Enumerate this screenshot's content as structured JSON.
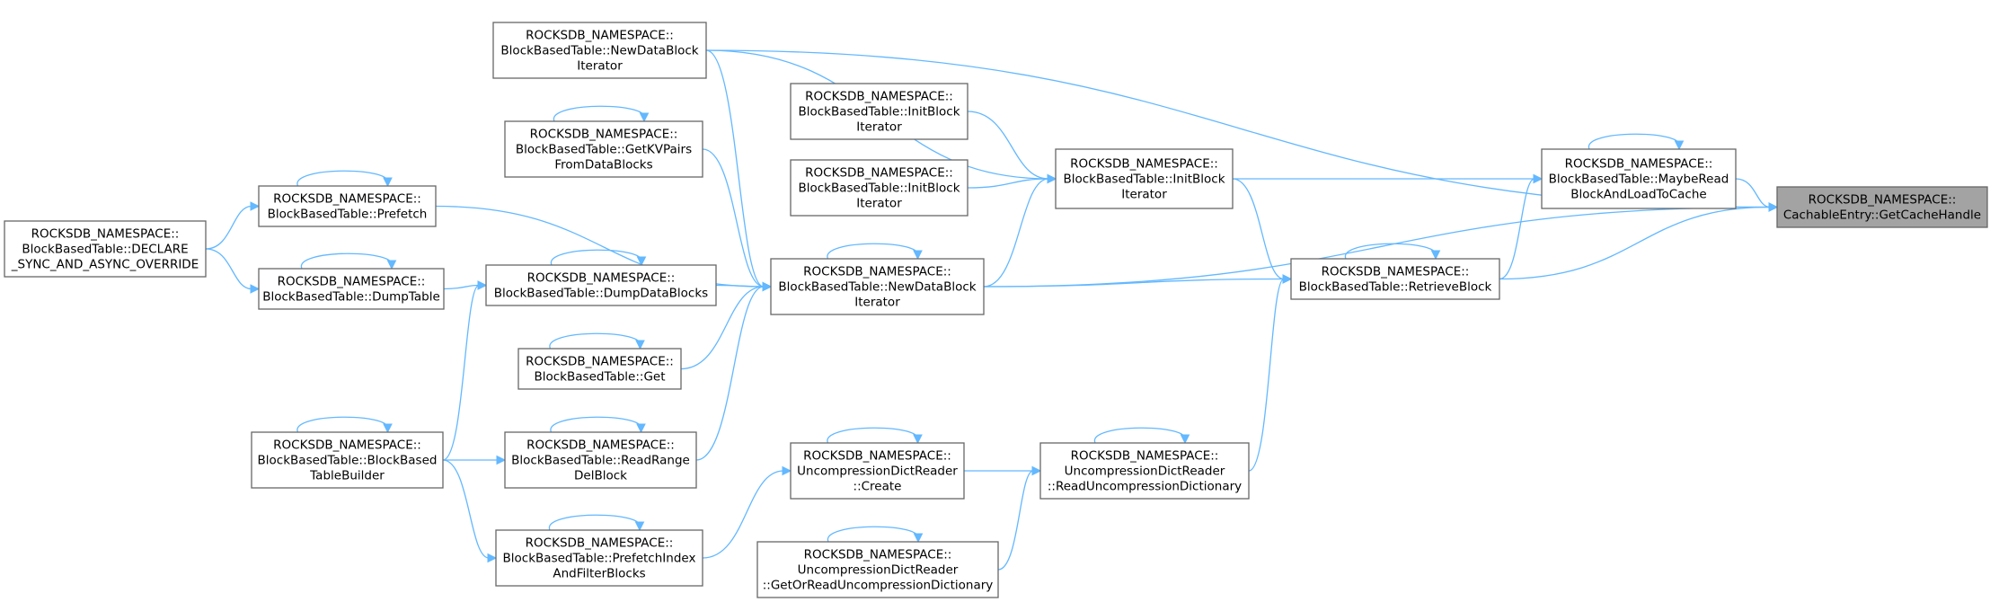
{
  "nodes": [
    {
      "id": "getcachehandle",
      "name": "node-cachable-entry-get-cache-handle",
      "root": true,
      "lines": [
        "ROCKSDB_NAMESPACE::",
        "CachableEntry::GetCacheHandle"
      ]
    },
    {
      "id": "maybeload",
      "name": "node-maybe-read-block-and-load-to-cache",
      "lines": [
        "ROCKSDB_NAMESPACE::",
        "BlockBasedTable::MaybeRead",
        "BlockAndLoadToCache"
      ]
    },
    {
      "id": "retrieve",
      "name": "node-retrieve-block",
      "lines": [
        "ROCKSDB_NAMESPACE::",
        "BlockBasedTable::RetrieveBlock"
      ]
    },
    {
      "id": "initblockit",
      "name": "node-init-block-iterator",
      "lines": [
        "ROCKSDB_NAMESPACE::",
        "BlockBasedTable::InitBlock",
        "Iterator"
      ]
    },
    {
      "id": "readuncomp",
      "name": "node-read-uncompression-dictionary",
      "lines": [
        "ROCKSDB_NAMESPACE::",
        "UncompressionDictReader",
        "::ReadUncompressionDictionary"
      ]
    },
    {
      "id": "newdata_top",
      "name": "node-new-data-block-iterator-top",
      "lines": [
        "ROCKSDB_NAMESPACE::",
        "BlockBasedTable::NewDataBlock",
        "Iterator"
      ]
    },
    {
      "id": "initblockit2",
      "name": "node-init-block-iterator-2",
      "lines": [
        "ROCKSDB_NAMESPACE::",
        "BlockBasedTable::InitBlock",
        "Iterator"
      ]
    },
    {
      "id": "initblockit3",
      "name": "node-init-block-iterator-3",
      "lines": [
        "ROCKSDB_NAMESPACE::",
        "BlockBasedTable::InitBlock",
        "Iterator"
      ]
    },
    {
      "id": "newdata_mid",
      "name": "node-new-data-block-iterator-mid",
      "lines": [
        "ROCKSDB_NAMESPACE::",
        "BlockBasedTable::NewDataBlock",
        "Iterator"
      ]
    },
    {
      "id": "create",
      "name": "node-uncompression-dict-reader-create",
      "lines": [
        "ROCKSDB_NAMESPACE::",
        "UncompressionDictReader",
        "::Create"
      ]
    },
    {
      "id": "getorread",
      "name": "node-get-or-read-uncompression-dictionary",
      "lines": [
        "ROCKSDB_NAMESPACE::",
        "UncompressionDictReader",
        "::GetOrReadUncompressionDictionary"
      ]
    },
    {
      "id": "getkv",
      "name": "node-get-kv-pairs-from-data-blocks",
      "lines": [
        "ROCKSDB_NAMESPACE::",
        "BlockBasedTable::GetKVPairs",
        "FromDataBlocks"
      ]
    },
    {
      "id": "dumpdata",
      "name": "node-dump-data-blocks",
      "lines": [
        "ROCKSDB_NAMESPACE::",
        "BlockBasedTable::DumpDataBlocks"
      ]
    },
    {
      "id": "get",
      "name": "node-get",
      "lines": [
        "ROCKSDB_NAMESPACE::",
        "BlockBasedTable::Get"
      ]
    },
    {
      "id": "readrange",
      "name": "node-read-range-del-block",
      "lines": [
        "ROCKSDB_NAMESPACE::",
        "BlockBasedTable::ReadRange",
        "DelBlock"
      ]
    },
    {
      "id": "prefetchidx",
      "name": "node-prefetch-index-and-filter-blocks",
      "lines": [
        "ROCKSDB_NAMESPACE::",
        "BlockBasedTable::PrefetchIndex",
        "AndFilterBlocks"
      ]
    },
    {
      "id": "prefetch",
      "name": "node-prefetch",
      "lines": [
        "ROCKSDB_NAMESPACE::",
        "BlockBasedTable::Prefetch"
      ]
    },
    {
      "id": "dumptable",
      "name": "node-dump-table",
      "lines": [
        "ROCKSDB_NAMESPACE::",
        "BlockBasedTable::DumpTable"
      ]
    },
    {
      "id": "builder",
      "name": "node-block-based-table-builder",
      "lines": [
        "ROCKSDB_NAMESPACE::",
        "BlockBasedTable::BlockBased",
        "TableBuilder"
      ]
    },
    {
      "id": "declare",
      "name": "node-declare-sync-and-async-override",
      "lines": [
        "ROCKSDB_NAMESPACE::",
        "BlockBasedTable::DECLARE",
        "_SYNC_AND_ASYNC_OVERRIDE"
      ]
    }
  ],
  "edges": [
    {
      "from": "maybeload",
      "to": "getcachehandle"
    },
    {
      "from": "retrieve",
      "to": "getcachehandle"
    },
    {
      "from": "newdata_mid",
      "to": "getcachehandle"
    },
    {
      "from": "newdata_top",
      "to": "getcachehandle"
    },
    {
      "from": "initblockit",
      "to": "maybeload"
    },
    {
      "from": "retrieve",
      "to": "maybeload"
    },
    {
      "from": "maybeload",
      "to": "maybeload"
    },
    {
      "from": "initblockit",
      "to": "retrieve"
    },
    {
      "from": "newdata_mid",
      "to": "retrieve"
    },
    {
      "from": "readuncomp",
      "to": "retrieve"
    },
    {
      "from": "retrieve",
      "to": "retrieve"
    },
    {
      "from": "newdata_top",
      "to": "initblockit"
    },
    {
      "from": "initblockit2",
      "to": "initblockit"
    },
    {
      "from": "initblockit3",
      "to": "initblockit"
    },
    {
      "from": "newdata_mid",
      "to": "initblockit"
    },
    {
      "from": "create",
      "to": "readuncomp"
    },
    {
      "from": "getorread",
      "to": "readuncomp"
    },
    {
      "from": "readuncomp",
      "to": "readuncomp"
    },
    {
      "from": "newdata_mid",
      "to": "newdata_mid"
    },
    {
      "from": "newdata_top",
      "to": "newdata_mid"
    },
    {
      "from": "getkv",
      "to": "newdata_mid"
    },
    {
      "from": "prefetch",
      "to": "newdata_mid"
    },
    {
      "from": "dumpdata",
      "to": "newdata_mid"
    },
    {
      "from": "get",
      "to": "newdata_mid"
    },
    {
      "from": "readrange",
      "to": "newdata_mid"
    },
    {
      "from": "prefetchidx",
      "to": "create"
    },
    {
      "from": "create",
      "to": "create"
    },
    {
      "from": "getorread",
      "to": "getorread"
    },
    {
      "from": "getkv",
      "to": "getkv"
    },
    {
      "from": "dumpdata",
      "to": "dumpdata"
    },
    {
      "from": "get",
      "to": "get"
    },
    {
      "from": "readrange",
      "to": "readrange"
    },
    {
      "from": "prefetchidx",
      "to": "prefetchidx"
    },
    {
      "from": "dumptable",
      "to": "dumpdata"
    },
    {
      "from": "builder",
      "to": "dumpdata"
    },
    {
      "from": "builder",
      "to": "readrange"
    },
    {
      "from": "builder",
      "to": "prefetchidx"
    },
    {
      "from": "prefetch",
      "to": "prefetch"
    },
    {
      "from": "dumptable",
      "to": "dumptable"
    },
    {
      "from": "builder",
      "to": "builder"
    },
    {
      "from": "declare",
      "to": "prefetch"
    },
    {
      "from": "declare",
      "to": "dumptable"
    }
  ]
}
